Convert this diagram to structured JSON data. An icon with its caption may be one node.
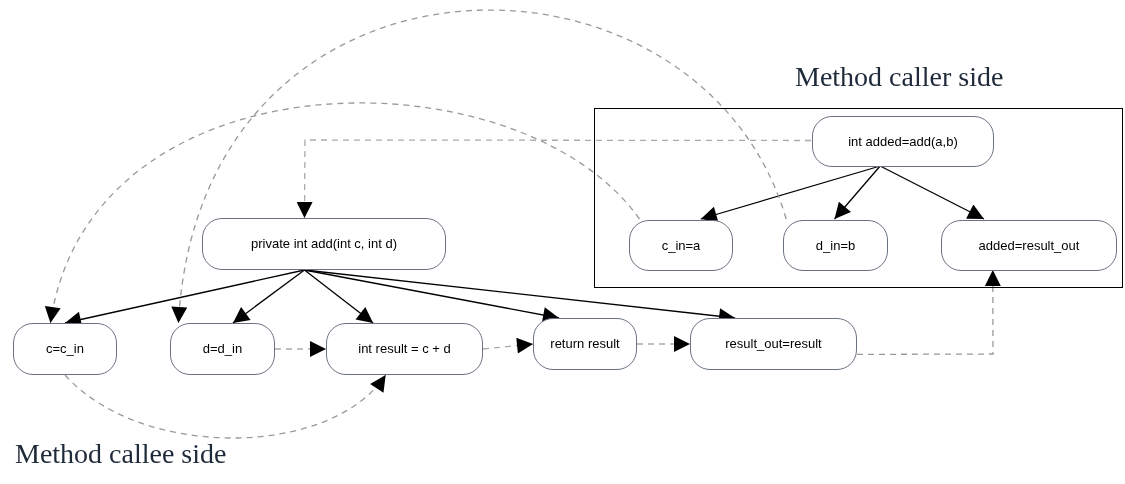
{
  "diagram": {
    "nodes": [
      {
        "text": [
          "Method caller side"
        ]
      },
      {
        "text": [
          "int added=add(a,b)"
        ],
        "in": 0
      },
      {
        "text": [
          "c_in=a"
        ],
        "in": 0
      },
      {
        "text": [
          "d_in=b"
        ],
        "in": 0
      },
      {
        "text": [
          "added=result_out"
        ],
        "in": 0
      },
      {
        "text": [
          "private int add(int c, int d)"
        ]
      },
      {
        "text": [
          "c=c_in"
        ]
      },
      {
        "text": [
          "d=d_in"
        ]
      },
      {
        "text": [
          "int result = c + d"
        ]
      },
      {
        "text": [
          "return result"
        ]
      },
      {
        "text": [
          "result_out=result"
        ]
      }
    ],
    "edges": [
      {
        "from": 1,
        "to": 2,
        "arrow": "to"
      },
      {
        "from": 1,
        "to": 3,
        "arrow": "to"
      },
      {
        "from": 1,
        "to": 4,
        "arrow": "to"
      },
      {
        "from": 5,
        "to": 6,
        "arrow": "to"
      },
      {
        "from": 5,
        "to": 7,
        "arrow": "to"
      },
      {
        "from": 5,
        "to": 8,
        "arrow": "to"
      },
      {
        "from": 5,
        "to": 9,
        "arrow": "to"
      },
      {
        "from": 5,
        "to": 10,
        "arrow": "to"
      },
      {
        "from": 1,
        "to": 5,
        "arrow": "to",
        "style": "dashed",
        "color": "#aaaaaa"
      },
      {
        "from": 3,
        "to": 7,
        "arrow": "to",
        "style": "dashed",
        "color": "#999999"
      },
      {
        "from": 2,
        "to": 6,
        "arrow": "to",
        "style": "dashed",
        "color": "#999999"
      },
      {
        "from": 6,
        "to": 8,
        "arrow": "to",
        "style": "dashed",
        "color": "#999999"
      },
      {
        "from": 7,
        "to": 8,
        "arrow": "to",
        "style": "dashed",
        "color": "#aaaaaa"
      },
      {
        "from": 8,
        "to": 9,
        "arrow": "to",
        "style": "dashed",
        "color": "#aaaaaa"
      },
      {
        "from": 9,
        "to": 10,
        "arrow": "to",
        "style": "dashed",
        "color": "#aaaaaa"
      },
      {
        "from": 10,
        "to": 4,
        "arrow": "to",
        "style": "dashed",
        "color": "#999999"
      }
    ],
    "labels": [
      "Method callee side"
    ]
  }
}
